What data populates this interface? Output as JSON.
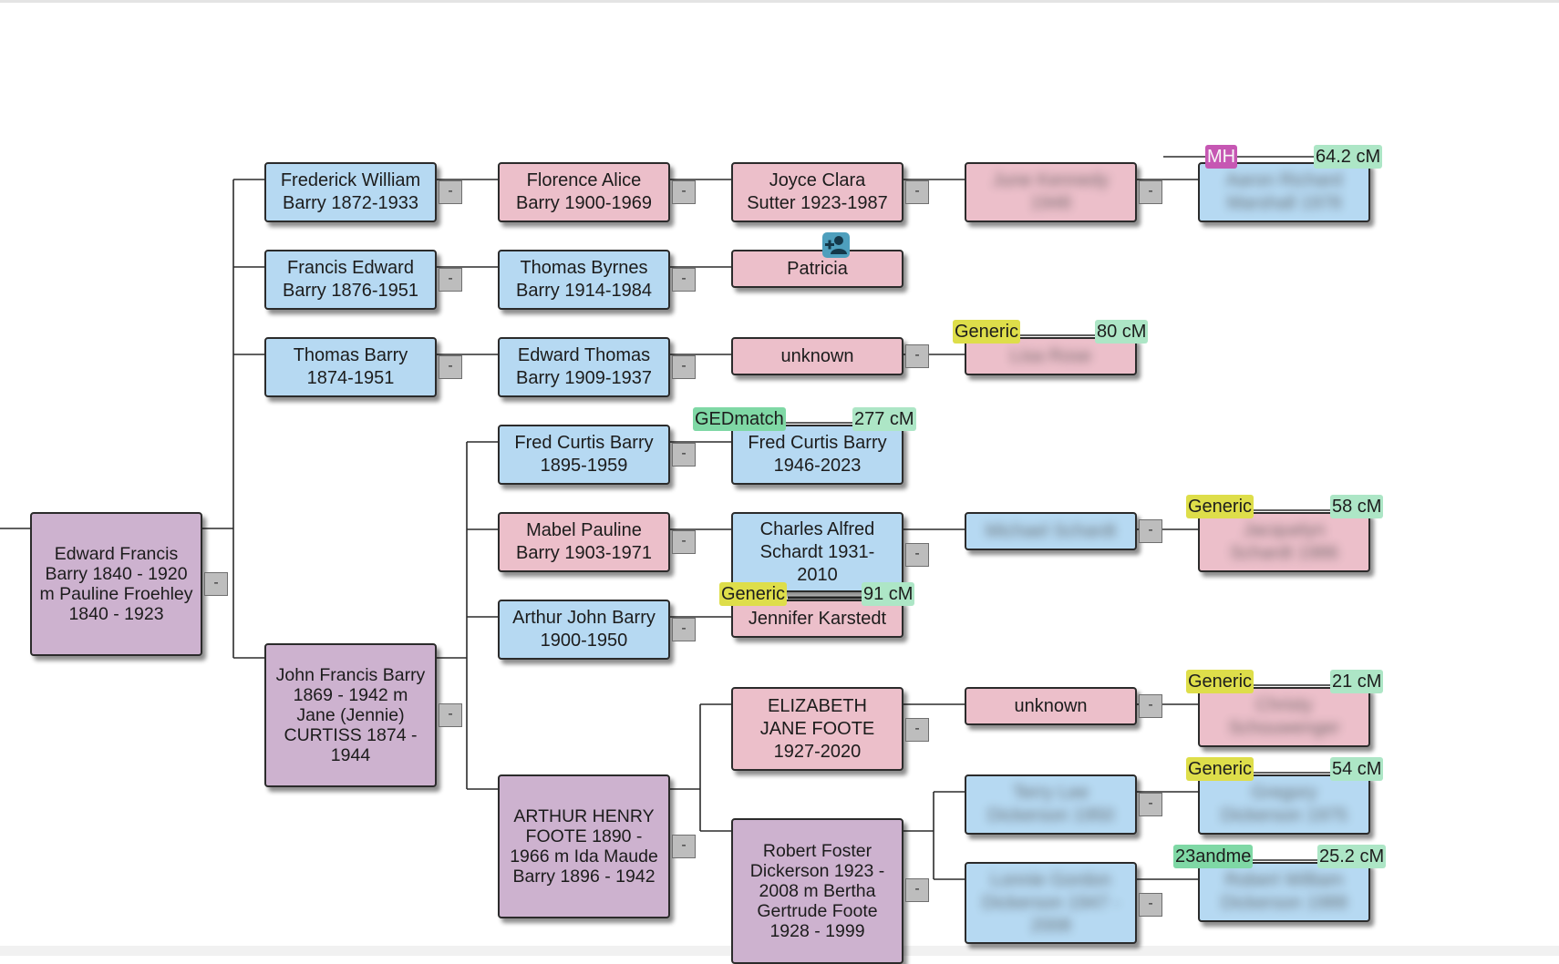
{
  "colors": {
    "male": "#b6d9f2",
    "female": "#ecbfca",
    "couple": "#cdb2cf",
    "generic_tag": "#dede4a",
    "gedmatch_tag": "#7fd8a5",
    "cm_tag": "#ade6c6",
    "mh_tag": "#c657b3"
  },
  "collapse_label": "-",
  "nodes": {
    "root": "Edward Francis\nBarry 1840 - 1920\nm Pauline Froehley\n1840 - 1923",
    "frederick_william": "Frederick William\nBarry 1872-1933",
    "francis_edward": "Francis Edward\nBarry 1876-1951",
    "thomas_barry": "Thomas Barry\n1874-1951",
    "john_francis": "John Francis Barry\n1869 - 1942 m\nJane (Jennie)\nCURTISS 1874 -\n1944",
    "florence_alice": "Florence Alice\nBarry 1900-1969",
    "thomas_byrnes": "Thomas Byrnes\nBarry 1914-1984",
    "edward_thomas": "Edward Thomas\nBarry 1909-1937",
    "fred_curtis_1895": "Fred Curtis Barry\n1895-1959",
    "mabel_pauline": "Mabel Pauline\nBarry 1903-1971",
    "arthur_john": "Arthur John Barry\n1900-1950",
    "arthur_henry": "ARTHUR HENRY\nFOOTE 1890 -\n1966 m Ida Maude\nBarry 1896 - 1942",
    "joyce_clara": "Joyce Clara\nSutter 1923-1987",
    "patricia": "Patricia",
    "unknown_1": "unknown",
    "fred_curtis_1946": "Fred Curtis Barry\n1946-2023",
    "charles_alfred": "Charles Alfred\nSchardt 1931-\n2010",
    "jennifer_karstedt": "Jennifer Karstedt",
    "elizabeth_jane": "ELIZABETH\nJANE FOOTE\n1927-2020",
    "robert_foster": "Robert Foster\nDickerson 1923 -\n2008 m Bertha\nGertrude Foote\n1928 - 1999",
    "unknown_2": "unknown",
    "blur_1": "June Kennedy\n1948",
    "blur_2": "Aaron Richard\nMarshall 1978",
    "blur_3": "Lisa Rose",
    "blur_4": "Michael Schardt",
    "blur_5": "Jacquelyn\nSchardt 1986",
    "blur_6": "Christy\nSchouwenger",
    "blur_7": "Terry Lee\nDickerson 1950",
    "blur_8": "Gregory\nDickerson 1975",
    "blur_9": "Lonnie Gordon\nDickerson 1947 -\n2008",
    "blur_10": "Robert William\nDickerson 1988"
  },
  "tags": {
    "mh": "MH",
    "cm_642": "64.2 cM",
    "generic_lisa": "Generic",
    "cm_80": "80 cM",
    "gedmatch": "GEDmatch",
    "cm_277": "277 cM",
    "generic_jacq": "Generic",
    "cm_58": "58 cM",
    "generic_jen": "Generic",
    "cm_91": "91 cM",
    "generic_christy": "Generic",
    "cm_21": "21 cM",
    "generic_greg": "Generic",
    "cm_54": "54 cM",
    "andme": "23andme",
    "cm_252": "25.2 cM"
  }
}
